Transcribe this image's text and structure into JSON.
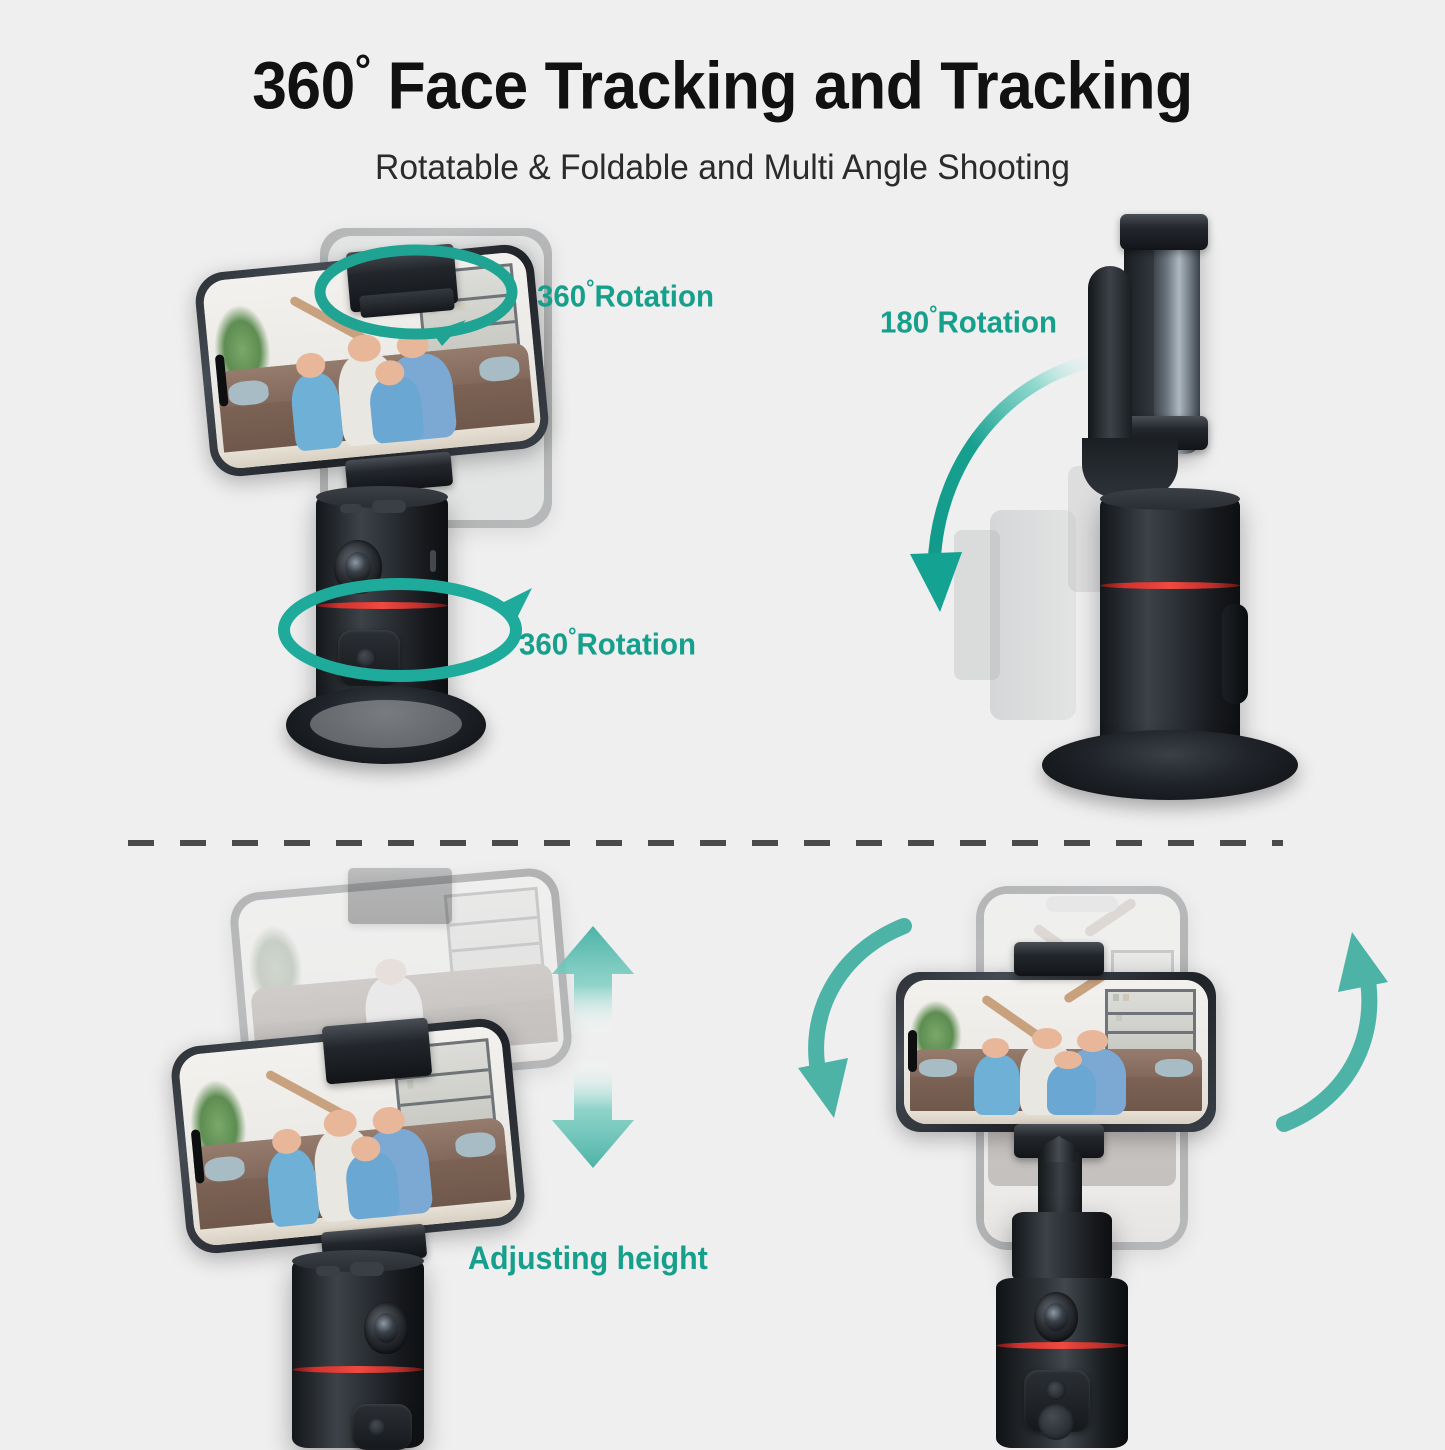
{
  "theme": {
    "background": "#efefef",
    "accent_teal": "#16a08c",
    "arrow_teal": "#3bb3a6",
    "title_color": "#111111",
    "red_ring": "#ef4a42",
    "divider_color": "#4a4a4a"
  },
  "header": {
    "title_main": "360",
    "title_degree": "°",
    "title_rest": "Face Tracking and Tracking",
    "title_full": "360 ° Face Tracking and Tracking",
    "subtitle": "Rotatable & Foldable and Multi Angle Shooting"
  },
  "panels": [
    {
      "id": "top-left",
      "callouts": [
        {
          "id": "tl-top",
          "number": "360",
          "degree": "°",
          "text": "Rotation",
          "full": "360°Rotation"
        },
        {
          "id": "tl-bottom",
          "number": "360",
          "degree": "°",
          "text": "Rotation",
          "full": "360°Rotation"
        }
      ],
      "device": {
        "phone_orientation": "landscape",
        "ghost_phone": true,
        "screen_content": "family-on-sofa-photo",
        "base_type": "tripod-ring-base",
        "has_red_ring": true
      },
      "arrows": [
        "ellipse-ring-top",
        "ellipse-ring-base"
      ]
    },
    {
      "id": "top-right",
      "callouts": [
        {
          "id": "tr",
          "number": "180",
          "degree": "°",
          "text": "Rotation",
          "full": "180°Rotation"
        }
      ],
      "device": {
        "phone_orientation": "portrait-vertical-side",
        "ghost_phone": true,
        "base_type": "disc-base",
        "has_red_ring": true
      },
      "arrows": [
        "arc-down-180"
      ]
    },
    {
      "id": "bottom-left",
      "callouts": [
        {
          "id": "bl",
          "number": "",
          "degree": "",
          "text": "Adjusting height",
          "full": "Adjusting height"
        }
      ],
      "device": {
        "phone_orientation": "landscape",
        "ghost_phone": true,
        "screen_content": "family-on-sofa-photo",
        "base_type": "cylinder-stand",
        "has_red_ring": true
      },
      "arrows": [
        "double-arrow-vertical"
      ]
    },
    {
      "id": "bottom-right",
      "callouts": [],
      "device": {
        "phone_orientation": "landscape",
        "ghost_phone": true,
        "screen_content": "family-on-sofa-photo",
        "base_type": "telescoping-selfie-stick",
        "has_red_ring": true
      },
      "arrows": [
        "curved-arrow-left-down",
        "curved-arrow-right-up"
      ]
    }
  ],
  "divider": {
    "style": "dashed",
    "visible": true
  }
}
